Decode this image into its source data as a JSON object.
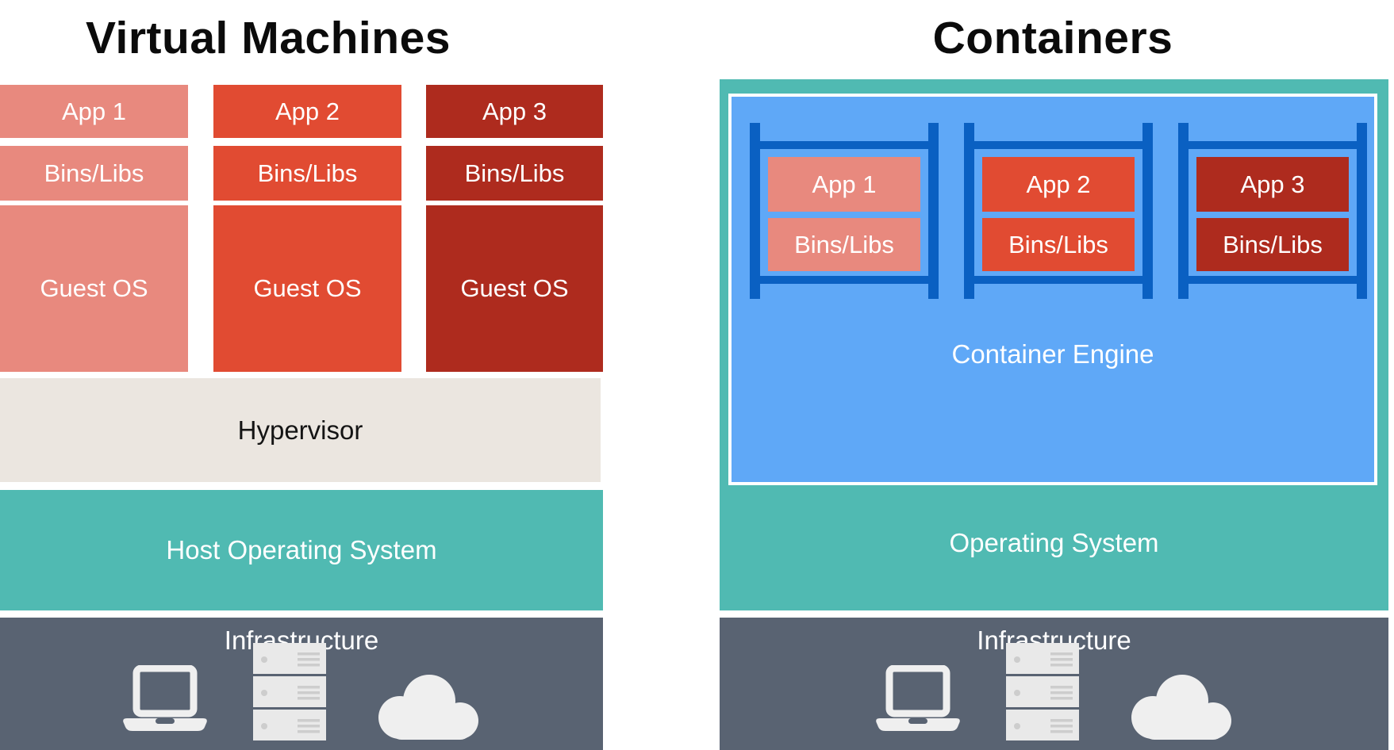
{
  "diagram": {
    "left": {
      "title": "Virtual Machines",
      "stacks": [
        {
          "app": "App 1",
          "bins": "Bins/Libs",
          "os": "Guest OS",
          "color": "#E8897E"
        },
        {
          "app": "App 2",
          "bins": "Bins/Libs",
          "os": "Guest OS",
          "color": "#E14B32"
        },
        {
          "app": "App 3",
          "bins": "Bins/Libs",
          "os": "Guest OS",
          "color": "#AE2B1E"
        }
      ],
      "hypervisor_label": "Hypervisor",
      "host_os_label": "Host Operating System",
      "infrastructure_label": "Infrastructure"
    },
    "right": {
      "title": "Containers",
      "containers": [
        {
          "app": "App 1",
          "bins": "Bins/Libs",
          "color": "#E8897E"
        },
        {
          "app": "App 2",
          "bins": "Bins/Libs",
          "color": "#E14B32"
        },
        {
          "app": "App 3",
          "bins": "Bins/Libs",
          "color": "#AE2B1E"
        }
      ],
      "engine_label": "Container Engine",
      "os_label": "Operating System",
      "infrastructure_label": "Infrastructure"
    }
  },
  "colors": {
    "salmon": "#E8897E",
    "vermillion": "#E14B32",
    "dark_red": "#AE2B1E",
    "beige": "#EBE6E0",
    "teal": "#50BAB2",
    "slate": "#596372",
    "light_blue": "#5FA8F7",
    "rack_blue": "#0A60C2",
    "icon_light": "#EFEFEF",
    "icon_mid": "#E9E9E9",
    "icon_detail": "#CDCDCD",
    "white": "#FFFFFF"
  }
}
